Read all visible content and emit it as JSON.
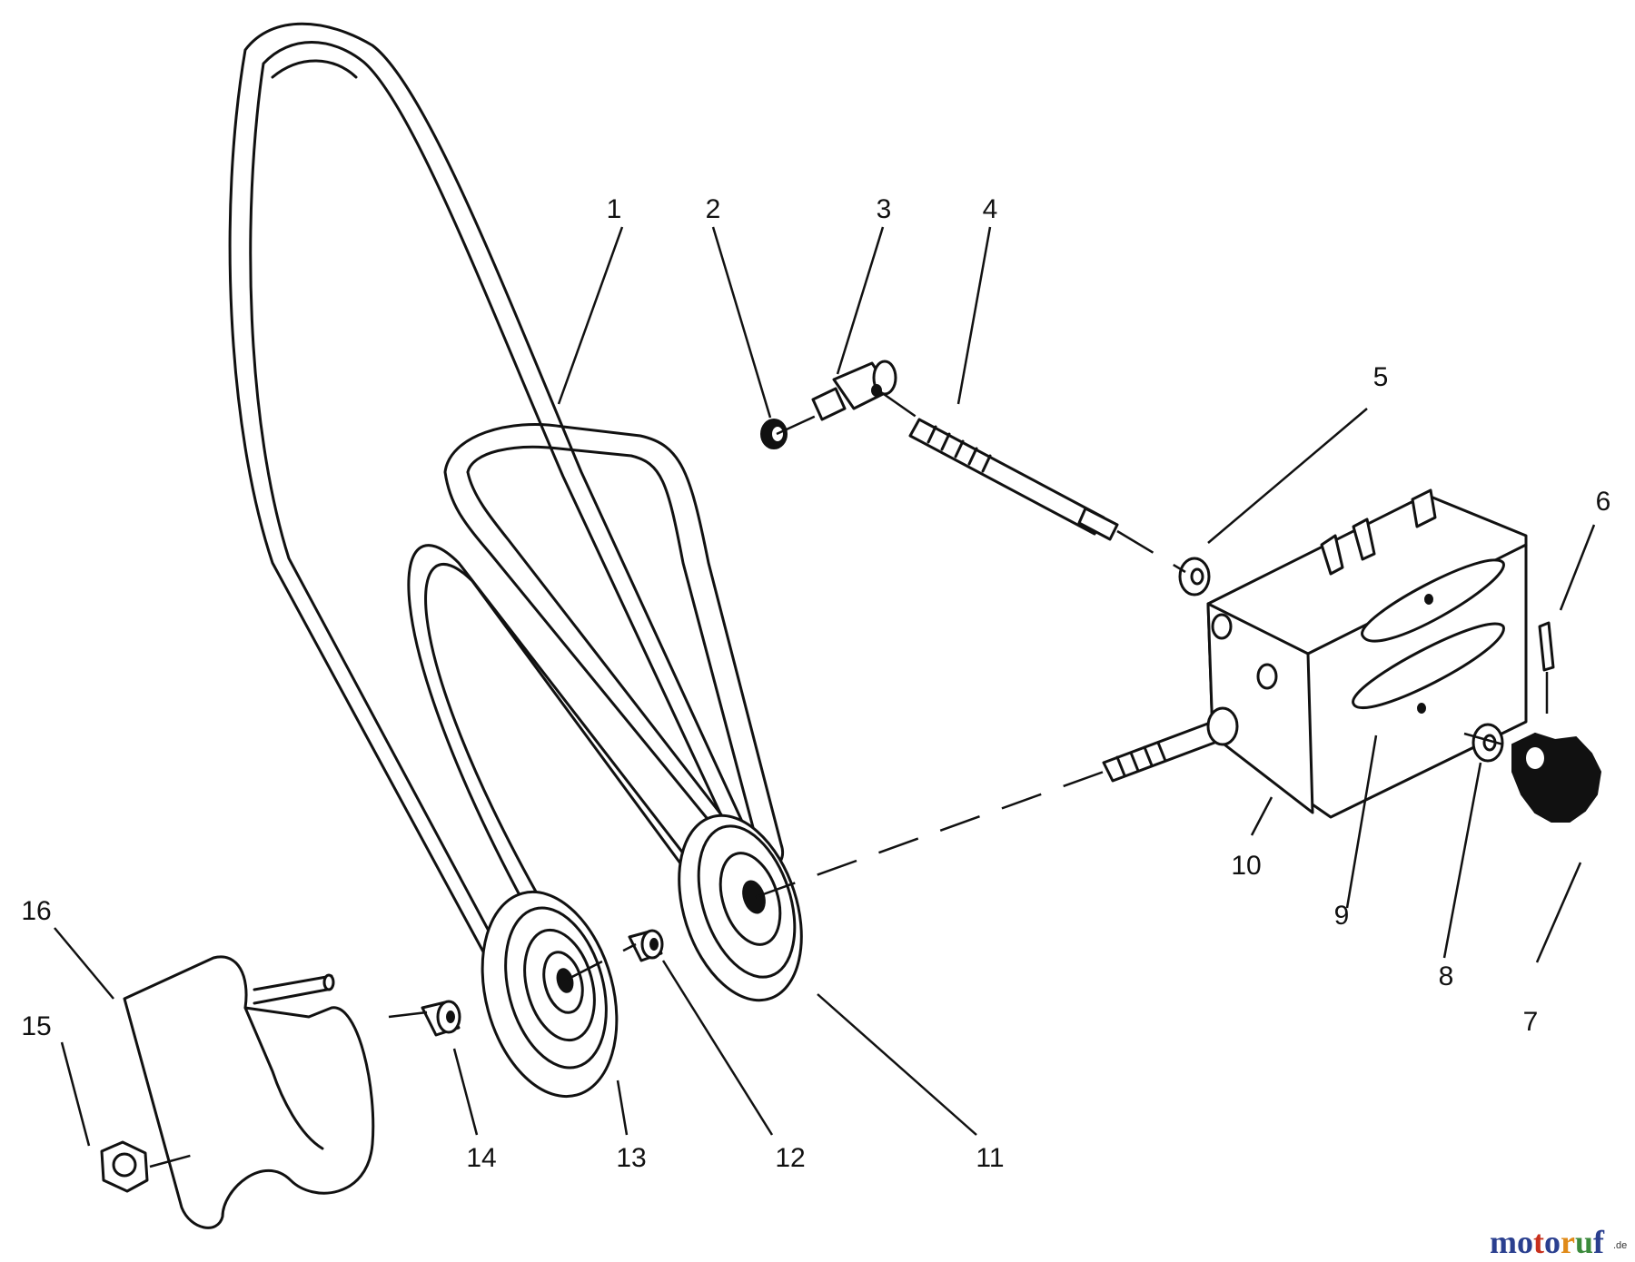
{
  "callouts": [
    "1",
    "2",
    "3",
    "4",
    "5",
    "6",
    "7",
    "8",
    "9",
    "10",
    "11",
    "12",
    "13",
    "14",
    "15",
    "16"
  ],
  "watermark": {
    "brand": "motoruf",
    "suffix": ".de"
  },
  "colors": {
    "line": "#111111",
    "background": "#ffffff",
    "watermark_letters": [
      "#2a3f8f",
      "#2a3f8f",
      "#c8301d",
      "#2a3f8f",
      "#e08a18",
      "#3b8a3b",
      "#2a3f8f"
    ]
  }
}
